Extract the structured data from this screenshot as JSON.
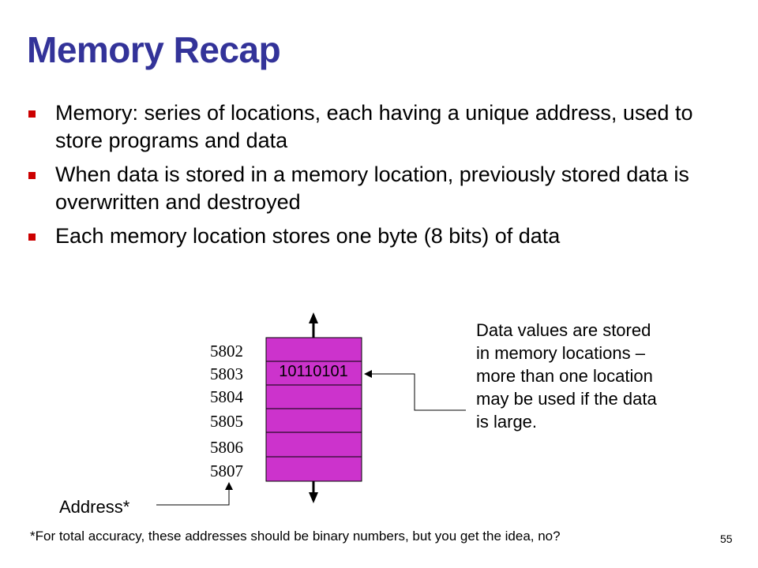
{
  "title": "Memory Recap",
  "bullets": [
    "Memory: series of locations, each having a unique address, used to store programs and data",
    "When data is stored in a memory location, previously stored data is overwritten and destroyed",
    "Each memory location stores one byte (8 bits) of data"
  ],
  "addresses": [
    "5802",
    "5803",
    "5804",
    "5805",
    "5806",
    "5807"
  ],
  "cell_value": "10110101",
  "note": "Data values are stored in memory locations – more than one location may be used if the data is large.",
  "address_label": "Address*",
  "footnote": "*For total accuracy, these addresses should be binary numbers, but you get the idea, no?",
  "page_number": "55",
  "colors": {
    "title": "#333399",
    "bullet": "#cc0000",
    "memory_cell": "#cc33cc"
  }
}
